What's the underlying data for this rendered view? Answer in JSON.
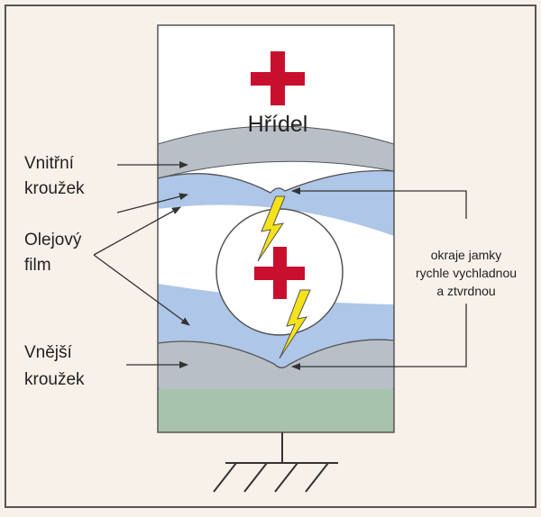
{
  "labels": {
    "shaft": "Hřídel",
    "inner_ring": [
      "Vnitřní",
      "kroužek"
    ],
    "oil_film": [
      "Olejový",
      "film"
    ],
    "outer_ring": [
      "Vnější",
      "kroužek"
    ],
    "pit_edges": [
      "okraje jamky",
      "rychle vychladnou",
      "a ztvrdnou"
    ]
  },
  "colors": {
    "background": "#f7f1ea",
    "frame": "#555555",
    "shaft": "#ffffff",
    "ring": "#b8bfc7",
    "oil_film": "#aec6e8",
    "housing": "#a7c3ad",
    "plus_sign": "#c8102e",
    "spark": "#f5e21a",
    "line": "#333333"
  },
  "icons": [
    "plus-icon",
    "lightning-icon",
    "ground-icon"
  ]
}
